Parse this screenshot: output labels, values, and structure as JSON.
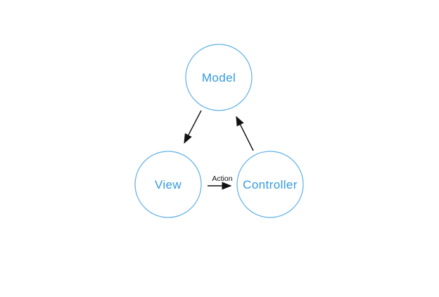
{
  "colors": {
    "background": "#ffffff",
    "node_fill": "#ffffff",
    "node_stroke": "#5cb0e6",
    "label_color": "#3399e0",
    "arrow_color": "#111111",
    "edge_label_color": "#111111"
  },
  "diagram": {
    "type": "flowchart",
    "nodes": [
      {
        "id": "model",
        "label": "Model"
      },
      {
        "id": "view",
        "label": "View"
      },
      {
        "id": "controller",
        "label": "Controller"
      }
    ],
    "edges": [
      {
        "from": "model",
        "to": "view",
        "label": ""
      },
      {
        "from": "view",
        "to": "controller",
        "label": "Action"
      },
      {
        "from": "controller",
        "to": "model",
        "label": ""
      }
    ]
  }
}
